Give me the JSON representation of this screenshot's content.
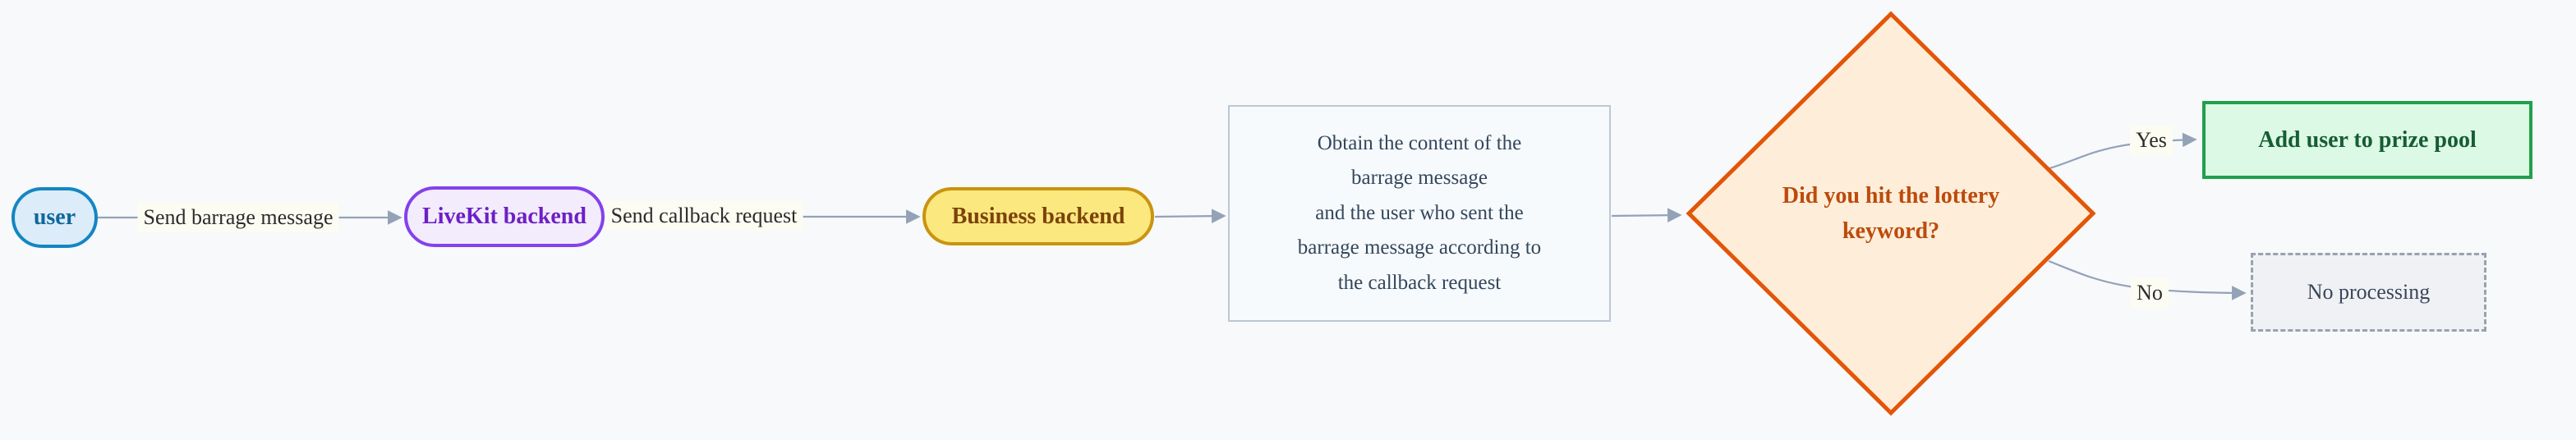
{
  "diagram": {
    "type": "flowchart",
    "direction": "left-to-right",
    "canvas_background": "#f7f9fb",
    "nodes": {
      "user": {
        "shape": "stadium",
        "label": "user",
        "fill": "#dcecf8",
        "stroke": "#1486c2",
        "text_color": "#0f679d"
      },
      "livekit": {
        "shape": "stadium",
        "label": "LiveKit backend",
        "fill": "#f2ecfc",
        "stroke": "#8441ec",
        "text_color": "#6d1fc4"
      },
      "business": {
        "shape": "stadium",
        "label": "Business backend",
        "fill": "#fbe87e",
        "stroke": "#c9940f",
        "text_color": "#7c420c"
      },
      "obtain": {
        "shape": "rectangle",
        "lines": [
          "Obtain the content of the",
          "barrage message",
          "and the user who sent the",
          "barrage message according to",
          "the callback request"
        ],
        "fill": "#f7fafc",
        "stroke": "#bcc8d4",
        "text_color": "#33465c"
      },
      "decision": {
        "shape": "diamond",
        "lines": [
          "Did you hit the lottery",
          "keyword?"
        ],
        "fill": "#feeed9",
        "stroke": "#e35508",
        "text_color": "#bd4a0c"
      },
      "prize": {
        "shape": "rectangle",
        "label": "Add user to prize pool",
        "fill": "#dcf9e5",
        "stroke": "#21a04c",
        "text_color": "#165d33"
      },
      "no_processing": {
        "shape": "dashed-rectangle",
        "label": "No processing",
        "fill": "#eff1f4",
        "stroke": "#98a2b0",
        "text_color": "#39465a"
      }
    },
    "edges": {
      "color": "#93a2b7",
      "label_background": "#fcfcf2",
      "label_color": "#2b2b2b",
      "user_to_livekit": {
        "label": "Send barrage message"
      },
      "livekit_to_business": {
        "label": "Send callback request"
      },
      "business_to_obtain": {
        "label": ""
      },
      "obtain_to_decision": {
        "label": ""
      },
      "decision_to_prize": {
        "label": "Yes"
      },
      "decision_to_no_processing": {
        "label": "No"
      }
    }
  }
}
